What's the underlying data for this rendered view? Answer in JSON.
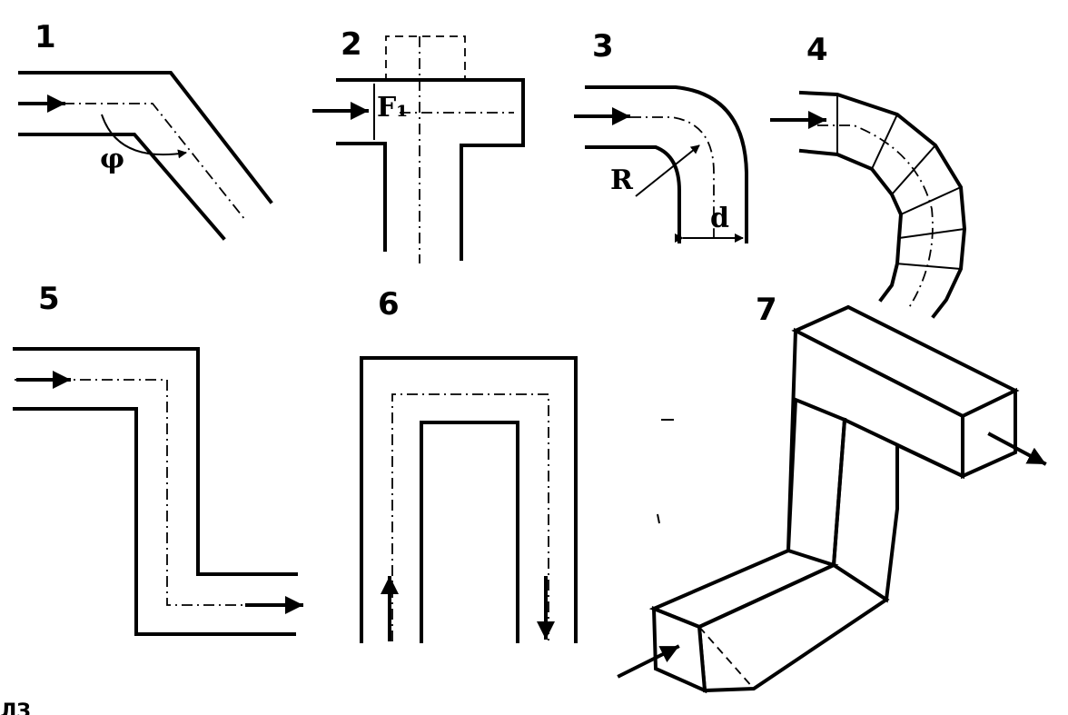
{
  "figures": [
    {
      "number": "1",
      "symbol": "φ"
    },
    {
      "number": "2",
      "symbol": "F₁"
    },
    {
      "number": "3",
      "symbol_r": "R",
      "symbol_d": "d"
    },
    {
      "number": "4"
    },
    {
      "number": "5"
    },
    {
      "number": "6"
    },
    {
      "number": "7"
    }
  ],
  "footer_fragment": "ЛЗ"
}
